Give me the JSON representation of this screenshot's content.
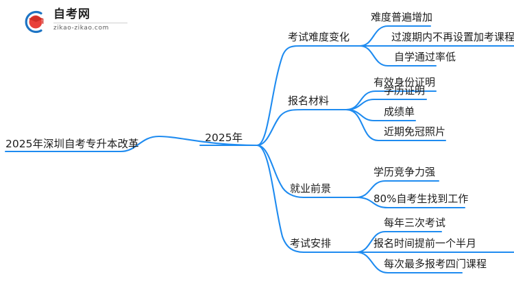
{
  "logo": {
    "name_cn": "自考网",
    "domain": "zikao-zikao.com",
    "mark_icon": "graduation-cap-icon",
    "arc_color": "#1d74c4",
    "cap_color": "#d9342b"
  },
  "mindmap": {
    "line_color": "#1e8bf0",
    "root": {
      "label": "2025年深圳自考专升本改革"
    },
    "center": {
      "label": "2025年"
    },
    "branches": [
      {
        "label": "考试难度变化",
        "children": [
          {
            "label": "难度普遍增加"
          },
          {
            "label": "过渡期内不再设置加考课程"
          },
          {
            "label": "自学通过率低"
          }
        ]
      },
      {
        "label": "报名材料",
        "children": [
          {
            "label": "有效身份证明"
          },
          {
            "label": "学历证明"
          },
          {
            "label": "成绩单"
          },
          {
            "label": "近期免冠照片"
          }
        ]
      },
      {
        "label": "就业前景",
        "children": [
          {
            "label": "学历竞争力强"
          },
          {
            "label": "80%自考生找到工作"
          }
        ]
      },
      {
        "label": "考试安排",
        "children": [
          {
            "label": "每年三次考试"
          },
          {
            "label": "报名时间提前一个半月"
          },
          {
            "label": "每次最多报考四门课程"
          }
        ]
      }
    ]
  }
}
